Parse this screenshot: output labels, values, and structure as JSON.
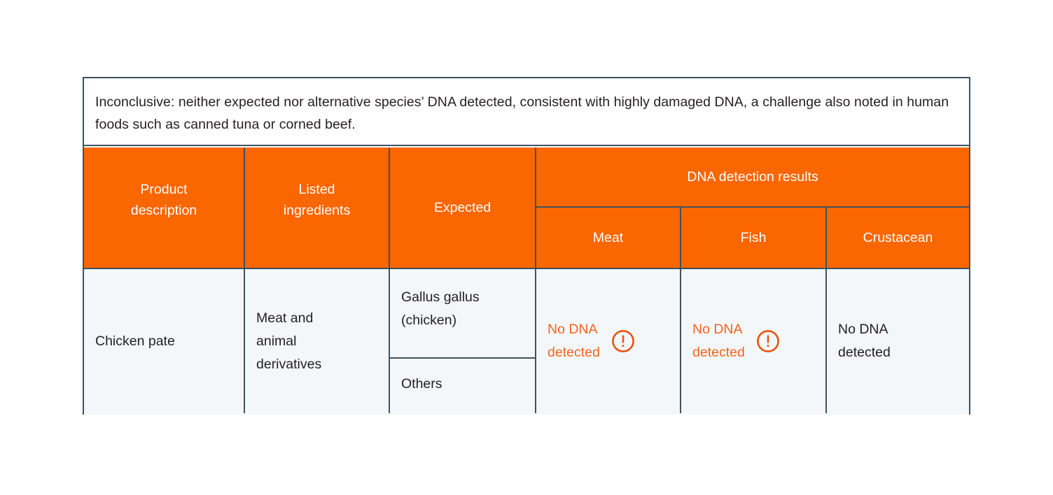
{
  "caption": {
    "text": "Inconclusive: neither expected nor alternative species’ DNA detected, consistent with highly damaged DNA, a challenge also noted in human foods such as canned tuna or corned beef."
  },
  "header": {
    "product_description": "Product\ndescription",
    "listed_ingredients": "Listed\ningredients",
    "expected": "Expected",
    "dna_group": "DNA detection results",
    "meat": "Meat",
    "fish": "Fish",
    "crustacean": "Crustacean"
  },
  "row": {
    "product_description": "Chicken pate",
    "listed_ingredients": "Meat and\nanimal\nderivatives",
    "expected_primary": "Gallus gallus\n(chicken)",
    "expected_secondary": "Others",
    "meat_result": "No DNA\ndetected",
    "fish_result": "No DNA\ndetected",
    "crustacean_result": "No DNA\ndetected"
  },
  "colors": {
    "header_orange": "#fa6600",
    "body_background": "#f4f7fa",
    "border": "#3c5260",
    "alert_text": "#f5631b",
    "body_text": "#231f20"
  }
}
